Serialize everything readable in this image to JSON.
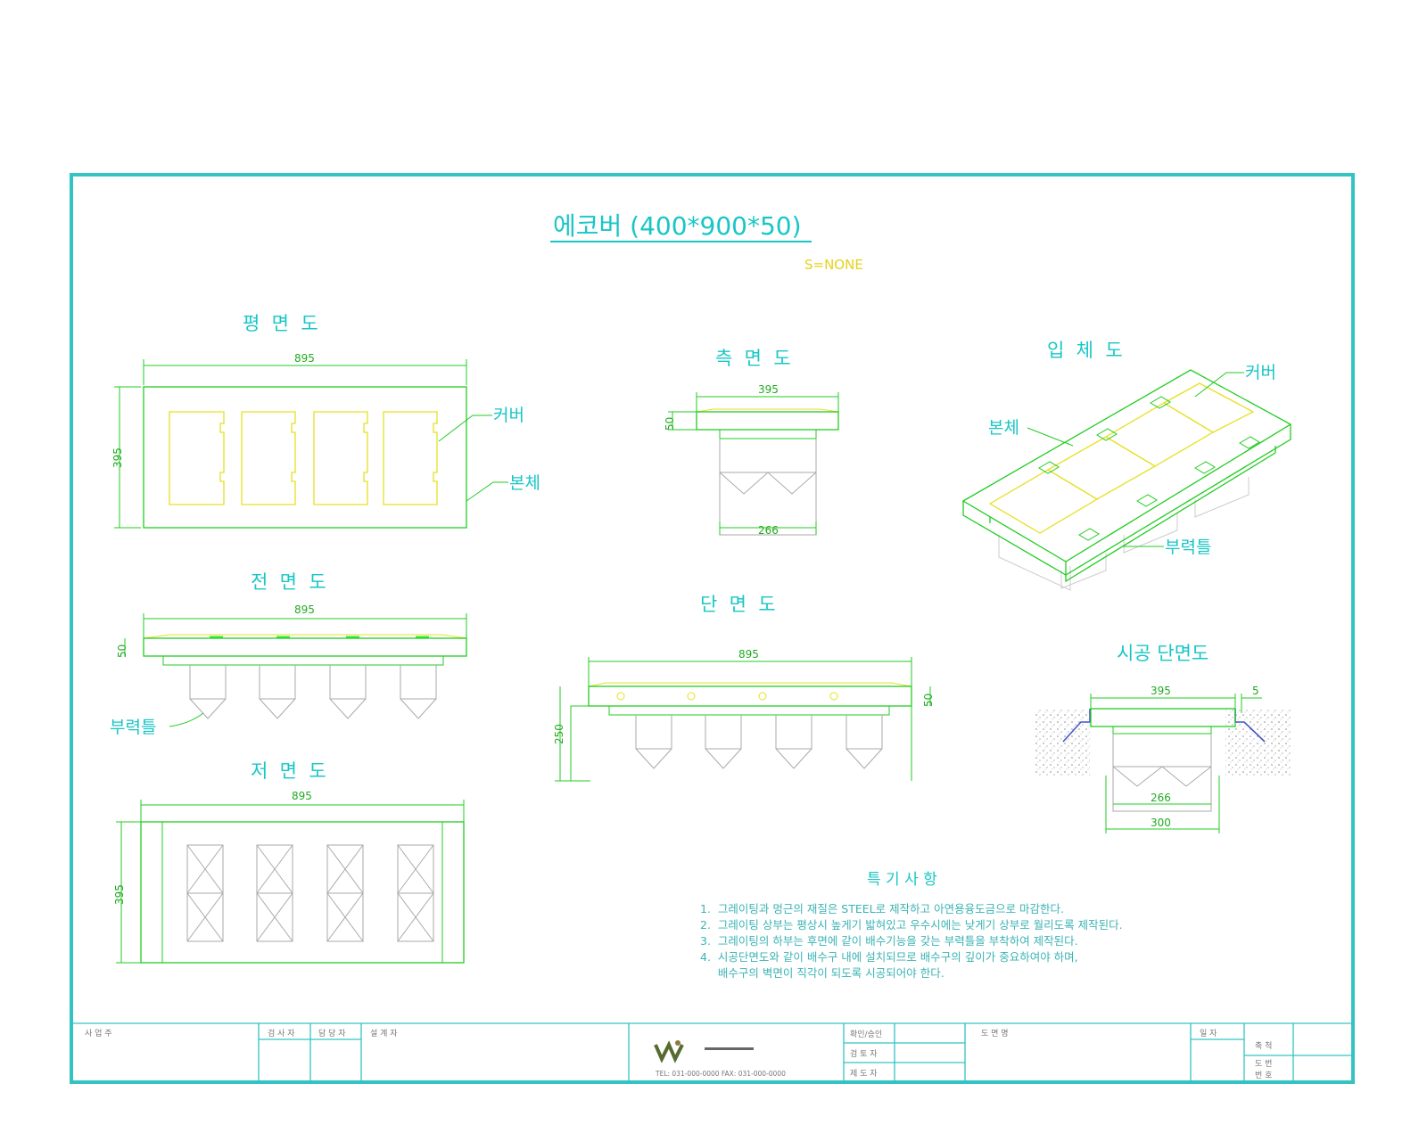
{
  "drawing": {
    "title": "에코버 (400*900*50)",
    "scale": "S=NONE",
    "colors": {
      "frame": "#33c3c3",
      "line": "#22cc22",
      "cover": "#e6e020",
      "label": "#19c6c6",
      "dimension": "#22aa22"
    }
  },
  "views": {
    "plan": {
      "title": "평  면  도",
      "width_dim": "895",
      "height_dim": "395",
      "cover_label": "커버",
      "body_label": "본체"
    },
    "side": {
      "title": "측  면  도",
      "top_dim": "395",
      "height_dim": "50",
      "bottom_dim": "266"
    },
    "iso": {
      "title": "입  체  도",
      "cover_label": "커버",
      "body_label": "본체",
      "frame_label": "부력틀"
    },
    "front": {
      "title": "전  면  도",
      "width_dim": "895",
      "height_dim": "50",
      "frame_label": "부력틀"
    },
    "section": {
      "title": "단  면  도",
      "width_dim": "895",
      "right_dim": "50",
      "left_dim": "250"
    },
    "install": {
      "title": "시공 단면도",
      "top_dim": "395",
      "gap_dim": "5",
      "inner_dim": "266",
      "outer_dim": "300"
    },
    "bottom": {
      "title": "저  면  도",
      "width_dim": "895",
      "height_dim": "395"
    }
  },
  "notes": {
    "title": "특 기 사 항",
    "items": [
      "1.  그레이팅과 멍근의 재질은 STEEL로 제작하고 아연용융도금으로 마감한다.",
      "2.  그레이팅 상부는 평상시 높게기 밟혀있고 우수시에는 낮게기 상부로 월리도록 제작된다.",
      "3.  그레이팅의 하부는 후면에 같이 배수기능을 갖는 부력틀을 부착하여 제작된다.",
      "4.  시공단면도와 같이 배수구 내에 설치되므로 배수구의 깊이가 중요하여야 하며,",
      "     배수구의 벽면이 직각이 되도록 시공되어야 한다."
    ]
  },
  "title_block": {
    "client": "사 업 주",
    "reviewer": "검 사 자",
    "manager": "담 당 자",
    "designer": "설 계 자",
    "checked": "확인/승인",
    "approved": "검 토 자",
    "drafted": "제 도 자",
    "drawing_name": "도 면 명",
    "date": "일  자",
    "scale_label": "축  척",
    "number": "도 번",
    "sheet": "번 호",
    "company_footer": "TEL: 031-000-0000  FAX: 031-000-0000"
  }
}
